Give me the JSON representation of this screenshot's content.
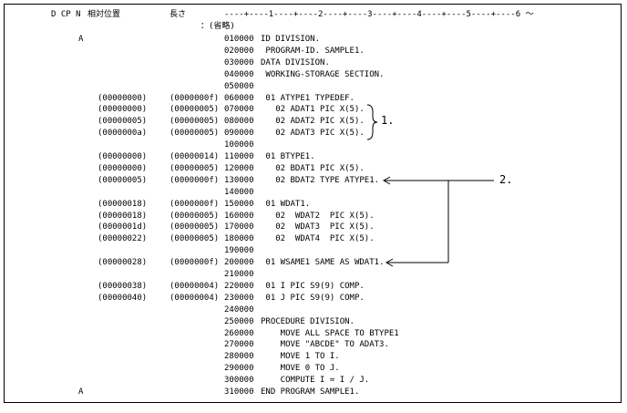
{
  "header": {
    "flags": "D CP N",
    "relative_position": "相対位置",
    "length": "長さ",
    "ruler": "----+----1----+----2----+----3----+----4----+----5----+----6 ～"
  },
  "omission_note": "：(省略)",
  "listing": [
    {
      "flag": "A",
      "pos": "",
      "len": "",
      "seq": "010000",
      "src": "ID DIVISION."
    },
    {
      "flag": "",
      "pos": "",
      "len": "",
      "seq": "020000",
      "src": " PROGRAM-ID. SAMPLE1."
    },
    {
      "flag": "",
      "pos": "",
      "len": "",
      "seq": "030000",
      "src": "DATA DIVISION."
    },
    {
      "flag": "",
      "pos": "",
      "len": "",
      "seq": "040000",
      "src": " WORKING-STORAGE SECTION."
    },
    {
      "flag": "",
      "pos": "",
      "len": "",
      "seq": "050000",
      "src": ""
    },
    {
      "flag": "",
      "pos": "(00000000)",
      "len": "(0000000f)",
      "seq": "060000",
      "src": " 01 ATYPE1 TYPEDEF."
    },
    {
      "flag": "",
      "pos": "(00000000)",
      "len": "(00000005)",
      "seq": "070000",
      "src": "   02 ADAT1 PIC X(5)."
    },
    {
      "flag": "",
      "pos": "(00000005)",
      "len": "(00000005)",
      "seq": "080000",
      "src": "   02 ADAT2 PIC X(5)."
    },
    {
      "flag": "",
      "pos": "(0000000a)",
      "len": "(00000005)",
      "seq": "090000",
      "src": "   02 ADAT3 PIC X(5)."
    },
    {
      "flag": "",
      "pos": "",
      "len": "",
      "seq": "100000",
      "src": ""
    },
    {
      "flag": "",
      "pos": "(00000000)",
      "len": "(00000014)",
      "seq": "110000",
      "src": " 01 BTYPE1."
    },
    {
      "flag": "",
      "pos": "(00000000)",
      "len": "(00000005)",
      "seq": "120000",
      "src": "   02 BDAT1 PIC X(5)."
    },
    {
      "flag": "",
      "pos": "(00000005)",
      "len": "(0000000f)",
      "seq": "130000",
      "src": "   02 BDAT2 TYPE ATYPE1."
    },
    {
      "flag": "",
      "pos": "",
      "len": "",
      "seq": "140000",
      "src": ""
    },
    {
      "flag": "",
      "pos": "(00000018)",
      "len": "(0000000f)",
      "seq": "150000",
      "src": " 01 WDAT1."
    },
    {
      "flag": "",
      "pos": "(00000018)",
      "len": "(00000005)",
      "seq": "160000",
      "src": "   02  WDAT2  PIC X(5)."
    },
    {
      "flag": "",
      "pos": "(0000001d)",
      "len": "(00000005)",
      "seq": "170000",
      "src": "   02  WDAT3  PIC X(5)."
    },
    {
      "flag": "",
      "pos": "(00000022)",
      "len": "(00000005)",
      "seq": "180000",
      "src": "   02  WDAT4  PIC X(5)."
    },
    {
      "flag": "",
      "pos": "",
      "len": "",
      "seq": "190000",
      "src": ""
    },
    {
      "flag": "",
      "pos": "(00000028)",
      "len": "(0000000f)",
      "seq": "200000",
      "src": " 01 WSAME1 SAME AS WDAT1."
    },
    {
      "flag": "",
      "pos": "",
      "len": "",
      "seq": "210000",
      "src": ""
    },
    {
      "flag": "",
      "pos": "(00000038)",
      "len": "(00000004)",
      "seq": "220000",
      "src": " 01 I PIC S9(9) COMP."
    },
    {
      "flag": "",
      "pos": "(00000040)",
      "len": "(00000004)",
      "seq": "230000",
      "src": " 01 J PIC S9(9) COMP."
    },
    {
      "flag": "",
      "pos": "",
      "len": "",
      "seq": "240000",
      "src": ""
    },
    {
      "flag": "",
      "pos": "",
      "len": "",
      "seq": "250000",
      "src": "PROCEDURE DIVISION."
    },
    {
      "flag": "",
      "pos": "",
      "len": "",
      "seq": "260000",
      "src": "    MOVE ALL SPACE TO BTYPE1"
    },
    {
      "flag": "",
      "pos": "",
      "len": "",
      "seq": "270000",
      "src": "    MOVE \"ABCDE\" TO ADAT3."
    },
    {
      "flag": "",
      "pos": "",
      "len": "",
      "seq": "280000",
      "src": "    MOVE 1 TO I."
    },
    {
      "flag": "",
      "pos": "",
      "len": "",
      "seq": "290000",
      "src": "    MOVE 0 TO J."
    },
    {
      "flag": "",
      "pos": "",
      "len": "",
      "seq": "300000",
      "src": "    COMPUTE I = I / J."
    },
    {
      "flag": "A",
      "pos": "",
      "len": "",
      "seq": "310000",
      "src": "END PROGRAM SAMPLE1."
    }
  ],
  "annotations": {
    "one": "1.",
    "two": "2."
  }
}
